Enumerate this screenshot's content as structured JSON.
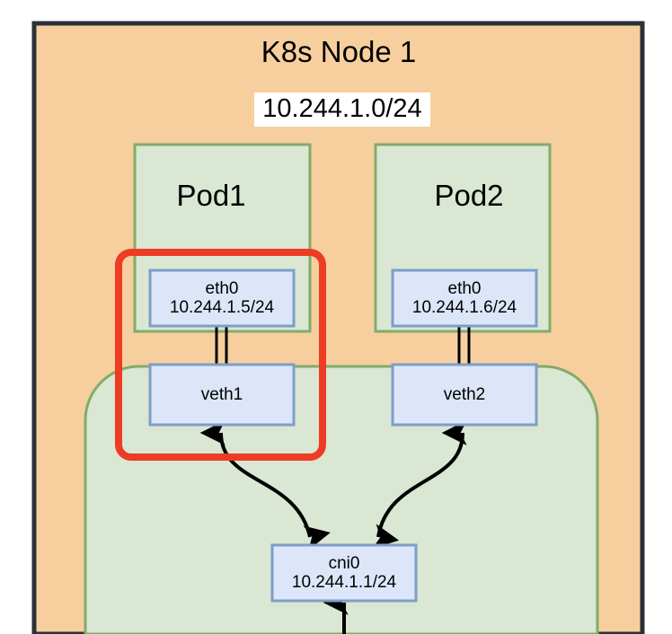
{
  "diagram": {
    "type": "network-topology",
    "title": "K8s Node 1",
    "node_subnet": "10.244.1.0/24",
    "colors": {
      "node_fill": "#f7cf9f",
      "node_border": "#2b3138",
      "pod_fill": "#d9e7d3",
      "pod_border": "#82ab6a",
      "interface_fill": "#dce6f8",
      "interface_border": "#7d9ec9",
      "highlight": "#ee3b24",
      "arrow": "#000000",
      "label_bg": "#ffffff"
    },
    "pods": [
      {
        "name": "Pod1",
        "interface": "eth0",
        "ip": "10.244.1.5/24",
        "veth": "veth1"
      },
      {
        "name": "Pod2",
        "interface": "eth0",
        "ip": "10.244.1.6/24",
        "veth": "veth2"
      }
    ],
    "bridge": {
      "name": "cni0",
      "ip": "10.244.1.1/24"
    },
    "highlight": {
      "label": "veth-pair-highlight",
      "encloses": [
        "Pod1 eth0",
        "veth1"
      ]
    },
    "connections": [
      {
        "from": "Pod1 eth0",
        "to": "veth1",
        "style": "veth-pair-double-line"
      },
      {
        "from": "Pod2 eth0",
        "to": "veth2",
        "style": "veth-pair-double-line"
      },
      {
        "from": "veth1",
        "to": "cni0",
        "style": "curved-double-arrow"
      },
      {
        "from": "veth2",
        "to": "cni0",
        "style": "curved-double-arrow"
      },
      {
        "from": "below",
        "to": "cni0",
        "style": "straight-arrow-up"
      }
    ]
  }
}
